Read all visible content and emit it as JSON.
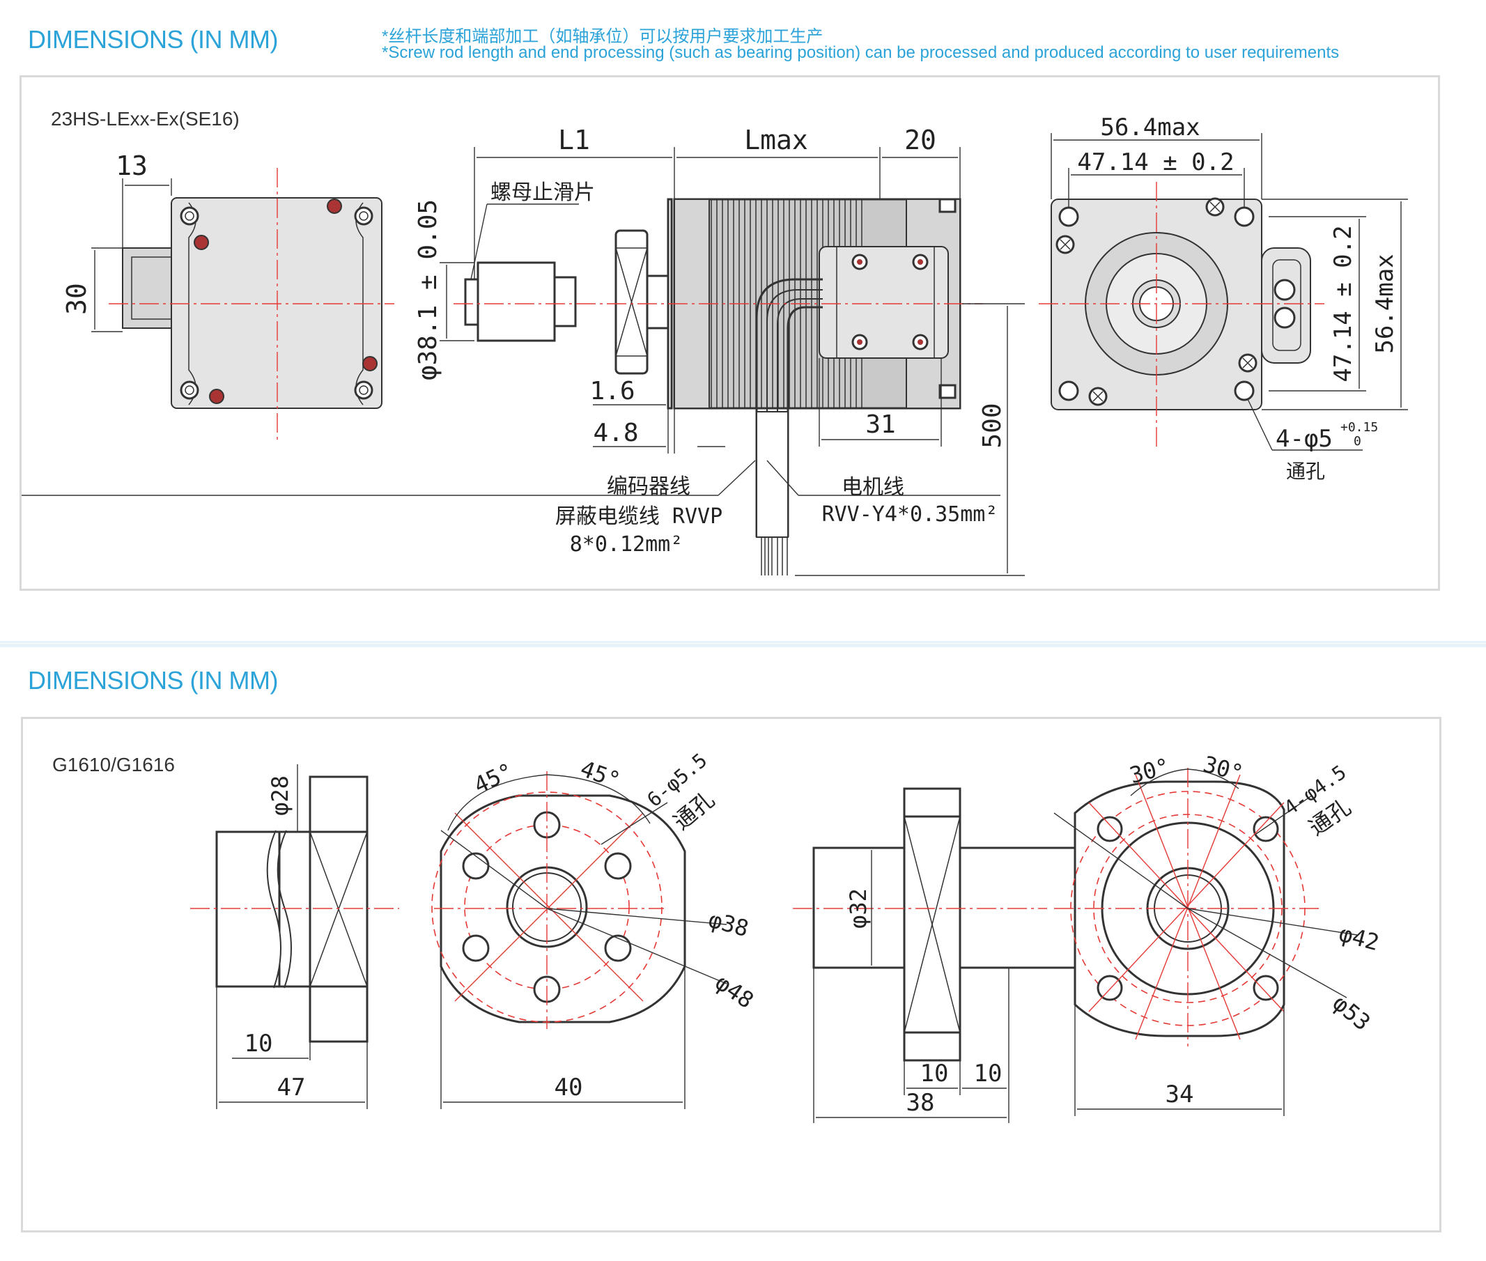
{
  "section1": {
    "title": "DIMENSIONS (IN MM)",
    "note_cn": "*丝杆长度和端部加工（如轴承位）可以按用户要求加工生产",
    "note_en": "*Screw rod length and end processing (such as bearing position) can be processed and produced according to user requirements",
    "model": "23HS-LExx-Ex(SE16)",
    "dims": {
      "d13": "13",
      "d30": "30",
      "l1": "L1",
      "lmax": "Lmax",
      "d20": "20",
      "phi381": "φ38.1 ± 0.05",
      "d16": "1.6",
      "d48": "4.8",
      "d31": "31",
      "d500": "500",
      "d564max_h": "56.4max",
      "d4714_h": "47.14 ± 0.2",
      "d4714_v": "47.14 ± 0.2",
      "d564max_v": "56.4max",
      "hole_main": "4-φ5",
      "hole_tol_up": "+0.15",
      "hole_tol_low": "0"
    },
    "labels": {
      "nut_stop": "螺母止滑片",
      "encoder_line": "编码器线",
      "shield_cable": "屏蔽电缆线 RVVP",
      "encoder_spec": "8*0.12mm²",
      "motor_line": "电机线",
      "motor_spec": "RVV-Y4*0.35mm²",
      "through_hole": "通孔"
    }
  },
  "section2": {
    "title": "DIMENSIONS (IN MM)",
    "model": "G1610/G1616",
    "dims": {
      "phi28": "φ28",
      "d10a": "10",
      "d47": "47",
      "a45l": "45°",
      "a45r": "45°",
      "holes6": "6-φ5.5",
      "through6": "通孔",
      "phi38": "φ38",
      "phi48": "φ48",
      "d40": "40",
      "phi32": "φ32",
      "d10b": "10",
      "d10c": "10",
      "d38": "38",
      "a30l": "30°",
      "a30r": "30°",
      "holes4": "4-φ4.5",
      "through4": "通孔",
      "phi42": "φ42",
      "phi53": "φ53",
      "d34": "34"
    }
  }
}
